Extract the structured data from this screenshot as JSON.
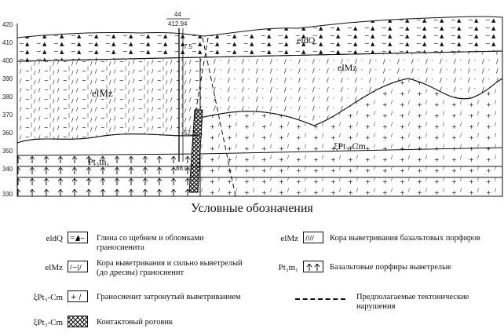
{
  "section": {
    "y_ticks": [
      "420",
      "410",
      "400",
      "390",
      "380",
      "370",
      "360",
      "350",
      "340",
      "330"
    ],
    "borehole": {
      "number": "44",
      "elevation": "412.94",
      "depths": [
        "7.5",
        "52.7",
        "88.0"
      ]
    },
    "labels": {
      "eldq": "eldQ",
      "elmz_left": "elMz",
      "elmz_right": "elMz",
      "granosyenite": "ξPt₃-Cm",
      "pt": "Pt₃tn₁"
    }
  },
  "legend": {
    "title": "Условные обозначения",
    "items": [
      {
        "code": "eldQ",
        "text": "Глина со щебнем и обломками граносиенита"
      },
      {
        "code": "elMz",
        "text": "Кора выветривания и сильно выветрелый (до дресвы) граносиенит"
      },
      {
        "code": "ξPt₃-Cm",
        "text": "Граносиенит затронутый выветриванием"
      },
      {
        "code": "ξPt₃-Cm",
        "text": "Контактовый роговик"
      },
      {
        "code": "elMz",
        "text": "Кора выветривания базальтовых порфиров"
      },
      {
        "code": "Pt₃tn₁",
        "text": "Базальтовые порфиры выветрелые"
      },
      {
        "code": "",
        "text": "Предполагаемые тектонические нарушения"
      }
    ]
  }
}
